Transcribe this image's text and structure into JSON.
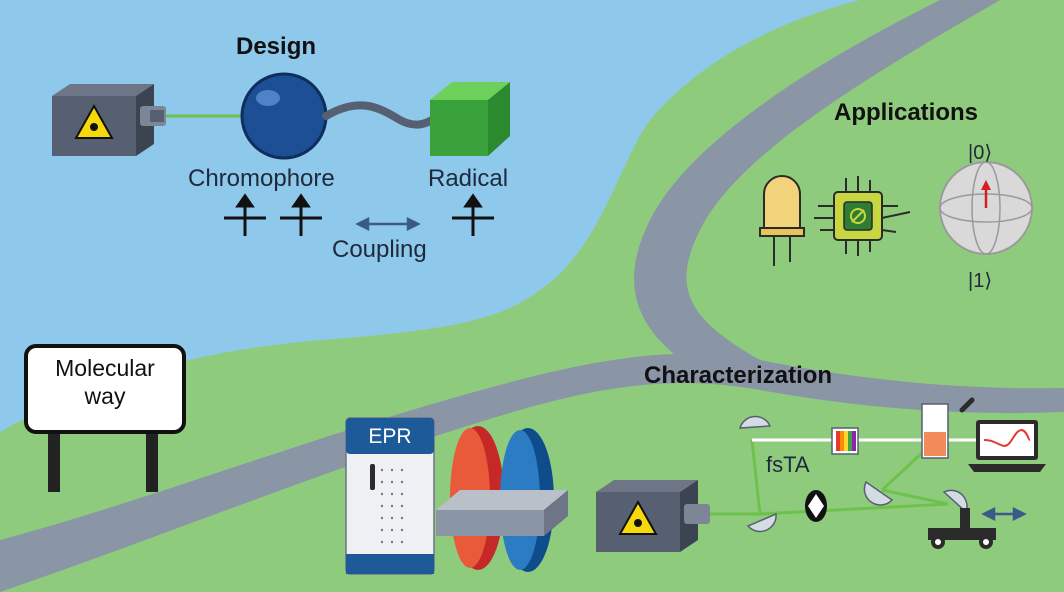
{
  "design": {
    "heading": "Design",
    "chromophore_label": "Chromophore",
    "radical_label": "Radical",
    "coupling_label": "Coupling"
  },
  "applications": {
    "heading": "Applications",
    "ket_zero": "|0⟩",
    "ket_one": "|1⟩"
  },
  "characterization": {
    "heading": "Characterization",
    "technique_label": "fsTA",
    "instrument_label": "EPR"
  },
  "sign": {
    "line1": "Molecular",
    "line2": "way"
  },
  "colors": {
    "water": "#8ec8ea",
    "grass": "#8fcb7d",
    "road": "#8a95a6",
    "chromophore": "#1c4f94",
    "radical": "#3aa23a",
    "laser_beam": "#6cc24a"
  },
  "icons": [
    "laser-warning-icon",
    "led-icon",
    "chip-icon",
    "bloch-sphere-icon",
    "laptop-icon",
    "chopper-icon",
    "translation-stage-icon",
    "spin-arrow-icon"
  ]
}
